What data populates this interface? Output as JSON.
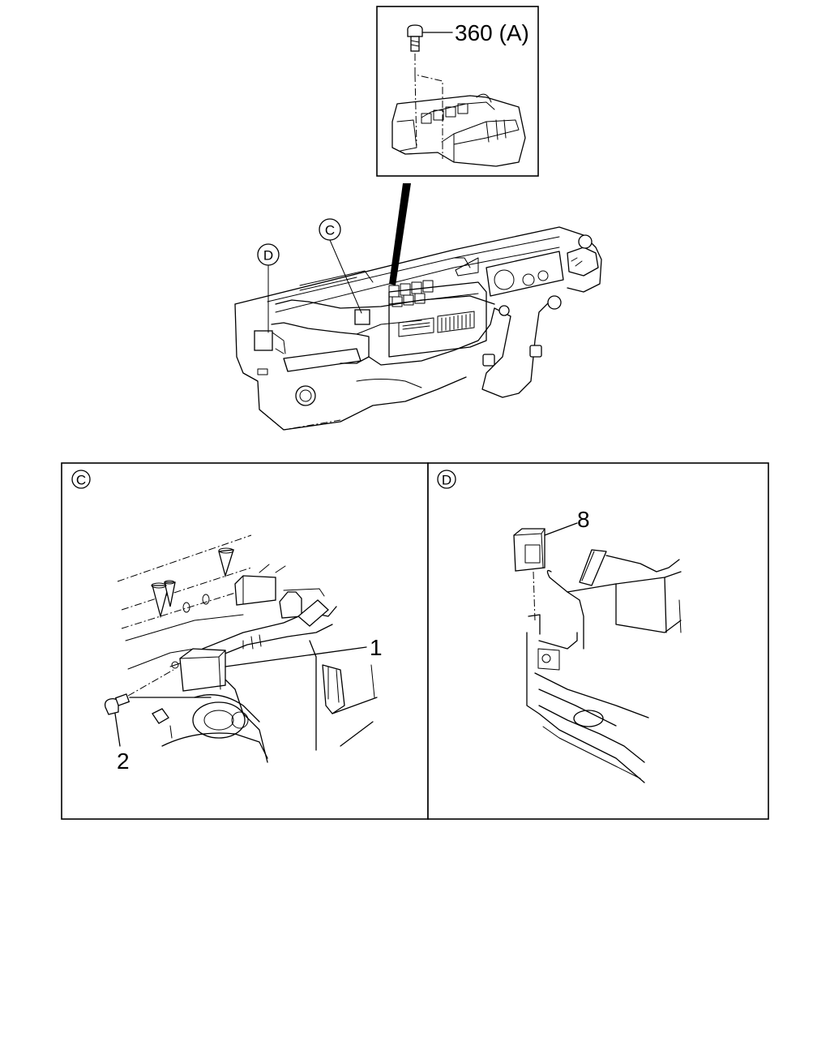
{
  "top_inset": {
    "callout": "360 (A)"
  },
  "overview": {
    "marker_c": "C",
    "marker_d": "D"
  },
  "panel_c": {
    "letter": "C",
    "callout_1": "1",
    "callout_2": "2"
  },
  "panel_d": {
    "letter": "D",
    "callout_8": "8"
  }
}
